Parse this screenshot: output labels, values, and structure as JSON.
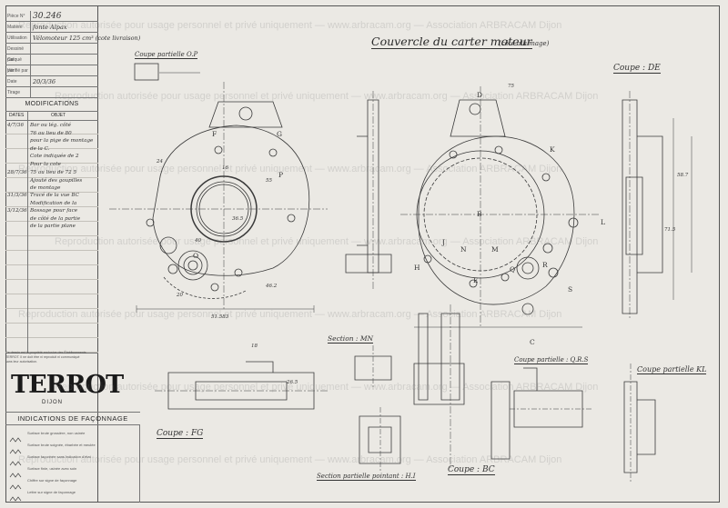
{
  "titleblock": {
    "rows": [
      {
        "label": "Pièce N°",
        "value": "30.246",
        "big": true
      },
      {
        "label": "Matière",
        "value": "fonte Alpax"
      },
      {
        "label": "Utilisation",
        "value": "Vélomoteur 125 cm³ (cote livraison)"
      },
      {
        "label": "Dessiné par",
        "value": ""
      },
      {
        "label": "Calqué par",
        "value": ""
      },
      {
        "label": "Vérifié par",
        "value": ""
      },
      {
        "label": "Date",
        "value": "20/3/36"
      },
      {
        "label": "Tirage",
        "value": ""
      }
    ]
  },
  "modifications": {
    "heading": "MODIFICATIONS",
    "col_dates": "DATES",
    "col_objet": "OBJET",
    "entries": [
      {
        "date": "4/7/36",
        "lines": [
          "Bar ou lég. côté",
          "76 au lieu de 80",
          "pour la pige de montage",
          "de la C.",
          "Cote indiquée de 2",
          "Pour la cote"
        ]
      },
      {
        "date": "28/7/36",
        "lines": [
          "75 au lieu de 72 5",
          "Ajouté des goupilles",
          "de montage"
        ]
      },
      {
        "date": "31/3/36",
        "lines": [
          "Tracé de la vue BC",
          "Modification de la"
        ]
      },
      {
        "date": "3/12/36",
        "lines": [
          "Bossage pour face",
          "de côté de la partie",
          "de la partie plane"
        ]
      }
    ]
  },
  "legal_note": "Ce dessin est la propriété exclusive des Établissements TERROT. Il ne doit être ni reproduit ni communiqué sans leur autorisation.",
  "logo": {
    "text": "TERROT",
    "city": "DIJON"
  },
  "indications": {
    "heading": "INDICATIONS DE FAÇONNAGE",
    "rows": [
      "Surface brute grossière, non usinée",
      "Surface brute soignée, ébarbée et meulée",
      "Surface façonnée sans indication d'état",
      "Surface finie, usinée avec soin",
      "Chiffre sur signe de façonnage",
      "Lettre sur signe de façonnage"
    ]
  },
  "drawing": {
    "title": "Couvercle du carter moteur",
    "subtitle": "(côté allumage)",
    "labels": {
      "coupe_op": "Coupe partielle O.P",
      "coupe_de": "Coupe : DE",
      "coupe_fg": "Coupe : FG",
      "section_mn": "Section : MN",
      "coupe_qrs": "Coupe partielle : Q.R.S",
      "coupe_kl": "Coupe partielle KL",
      "coupe_bc": "Coupe : BC",
      "section_hi": "Section partielle pointant : H.I"
    },
    "letters": [
      "D",
      "K",
      "E",
      "L",
      "F",
      "G",
      "P",
      "H",
      "J",
      "N",
      "M",
      "Q",
      "R",
      "S",
      "B",
      "C",
      "O"
    ],
    "dims": [
      "51.583",
      "75",
      "46.2",
      "20",
      "16",
      "36.5",
      "24",
      "40",
      "55",
      "71.5",
      "58.7",
      "18",
      "26.5"
    ]
  },
  "watermark": "Reproduction autorisée pour usage personnel et privé uniquement — www.arbracam.org — Association ARBRACAM Dijon"
}
